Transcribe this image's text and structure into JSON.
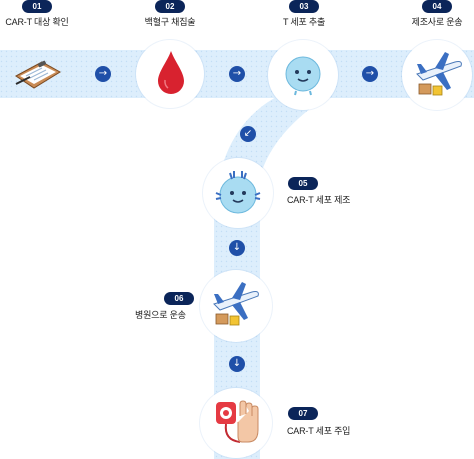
{
  "steps": [
    {
      "num": "01",
      "label": "CAR-T 대상 확인",
      "icon": "clipboard-icon"
    },
    {
      "num": "02",
      "label": "백혈구 채집술",
      "icon": "blood-drop-icon"
    },
    {
      "num": "03",
      "label": "T 세포 추출",
      "icon": "t-cell-icon"
    },
    {
      "num": "04",
      "label": "제조사로 운송",
      "icon": "airplane-shipping-icon"
    },
    {
      "num": "05",
      "label": "CAR-T 세포 제조",
      "icon": "car-t-cell-icon"
    },
    {
      "num": "06",
      "label": "병원으로 운송",
      "icon": "airplane-shipping-icon"
    },
    {
      "num": "07",
      "label": "CAR-T 세포 주입",
      "icon": "infusion-hand-icon"
    }
  ],
  "arrows": {
    "right": "→",
    "down": "↓",
    "down_left": "↙"
  },
  "colors": {
    "badge": "#0b2559",
    "arrow": "#1f4fa8",
    "track": "#d9ecfb",
    "blood": "#d8222f"
  }
}
